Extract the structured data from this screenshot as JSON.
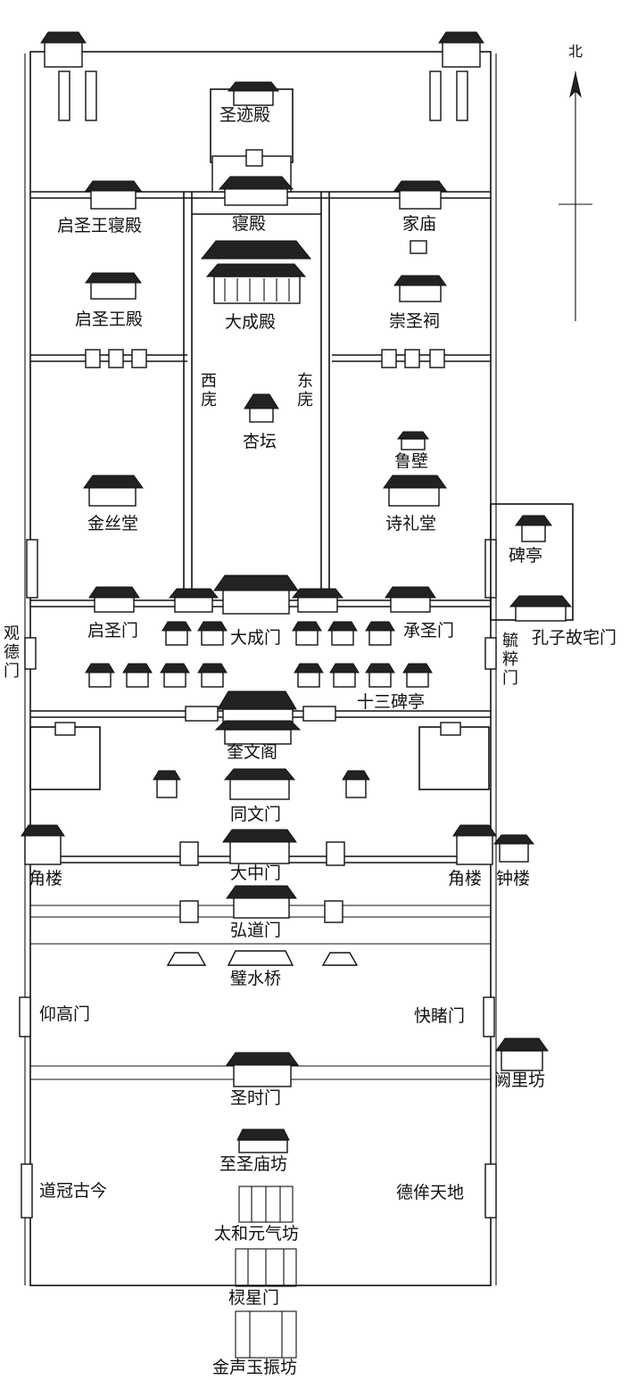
{
  "map": {
    "north_label": "北",
    "labels": {
      "shengji_dian": "圣迹殿",
      "qin_dian": "寝殿",
      "qishengwang_qindian": "启圣王寝殿",
      "jia_miao": "家庙",
      "qishengwang_dian": "启圣王殿",
      "dacheng_dian": "大成殿",
      "chongsheng_ci": "崇圣祠",
      "xi_wu": "西庑",
      "dong_wu": "东庑",
      "xing_tan": "杏坛",
      "lu_bi": "鲁壁",
      "jinsi_tang": "金丝堂",
      "shili_tang": "诗礼堂",
      "bei_ting": "碑亭",
      "qisheng_men": "启圣门",
      "dacheng_men": "大成门",
      "chengsheng_men": "承圣门",
      "guande_men": "观德门",
      "yuzhuan_men": "毓粹门",
      "kongzi_guzhai_men": "孔子故宅门",
      "shisan_beiting": "十三碑亭",
      "kuiwen_ge": "奎文阁",
      "tongwen_men": "同文门",
      "jiao_lou_left": "角楼",
      "dazhong_men": "大中门",
      "jiao_lou_right": "角楼",
      "zhong_lou": "钟楼",
      "hongdao_men": "弘道门",
      "bishui_qiao": "璧水桥",
      "yanggao_men": "仰高门",
      "kuaidu_men": "快睹门",
      "shengshi_men": "圣时门",
      "queli_fang": "阙里坊",
      "zhisheng_miaofang": "至圣庙坊",
      "daoguan_gujin": "道冠古今",
      "depei_tiandi": "德侔天地",
      "taihe_yuanqi_fang": "太和元气坊",
      "lingxing_men": "棂星门",
      "jinsheng_yuzhen_fang": "金声玉振坊"
    }
  }
}
